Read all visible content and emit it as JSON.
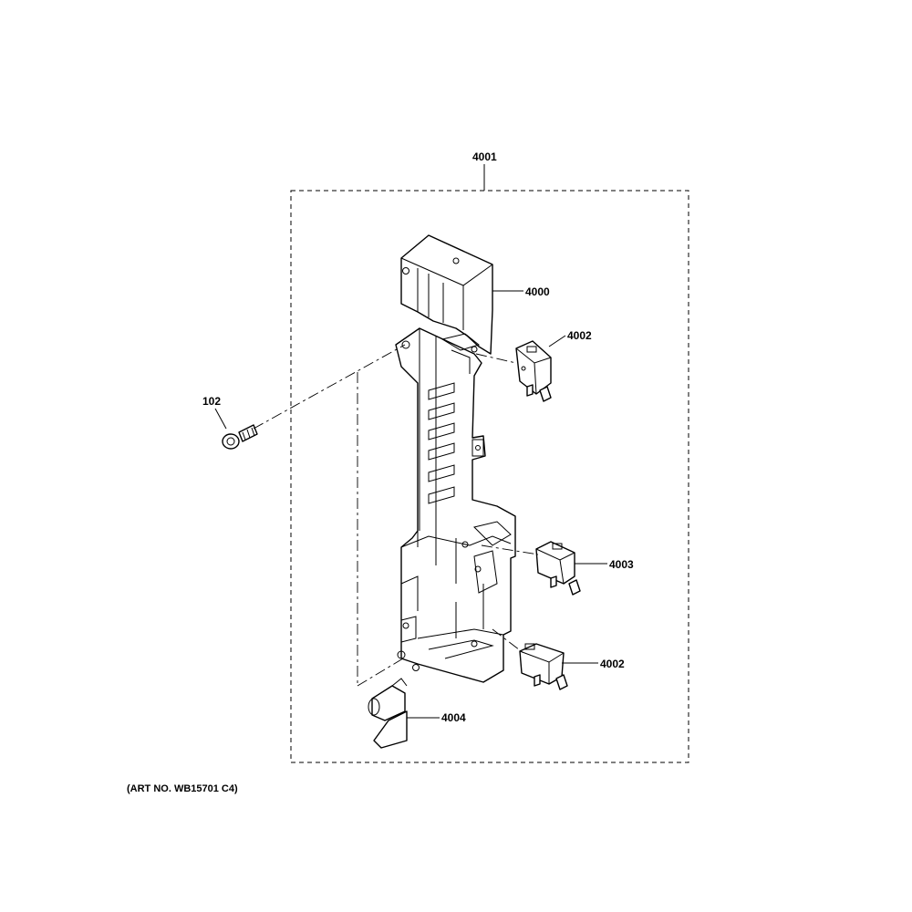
{
  "diagram": {
    "labels": {
      "assembly": "4001",
      "latch_frame": "4000",
      "switch_top": "4002",
      "screw": "102",
      "switch_middle": "4003",
      "switch_bottom": "4002",
      "lever": "4004"
    },
    "art_number": "(ART NO. WB15701 C4)"
  }
}
